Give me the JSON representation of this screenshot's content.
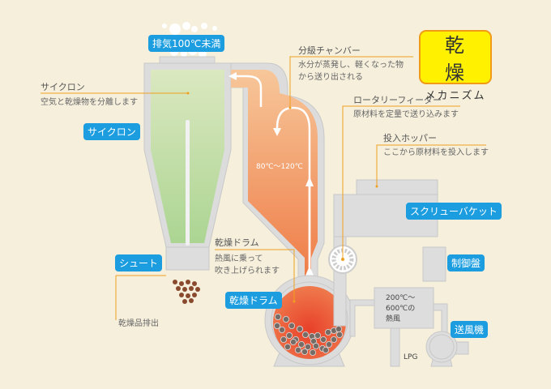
{
  "title": {
    "main": "乾 燥",
    "sub": "メカニズム"
  },
  "tags": {
    "exhaust": "排気100℃未満",
    "cyclone": "サイクロン",
    "chute": "シュート",
    "drum": "乾燥ドラム",
    "screw_bucket": "スクリューバケット",
    "control_panel": "制御盤",
    "blower": "送風機"
  },
  "callouts": {
    "cyclone": {
      "head": "サイクロン",
      "desc": "空気と乾燥物を分離します"
    },
    "chamber": {
      "head": "分級チャンバー",
      "desc": [
        "水分が蒸発し、軽くなった物",
        "から送り出される"
      ]
    },
    "feeder": {
      "head": "ロータリーフィーダー",
      "desc": "原材料を定量で送り込みます"
    },
    "hopper": {
      "head": "投入ホッパー",
      "desc": "ここから原材料を投入します"
    },
    "drum": {
      "head": "乾燥ドラム",
      "desc": [
        "熱風に乗って",
        "吹き上げられます"
      ]
    },
    "product": {
      "desc": "乾燥品排出"
    }
  },
  "temps": {
    "chamber": "80℃〜120℃",
    "hot_air": [
      "200℃〜",
      "600℃の",
      "熱風"
    ]
  },
  "fuel": "LPG",
  "colors": {
    "tag": "#1b9de0",
    "callout_line": "#f0a020",
    "title_bg": "#fff100"
  }
}
